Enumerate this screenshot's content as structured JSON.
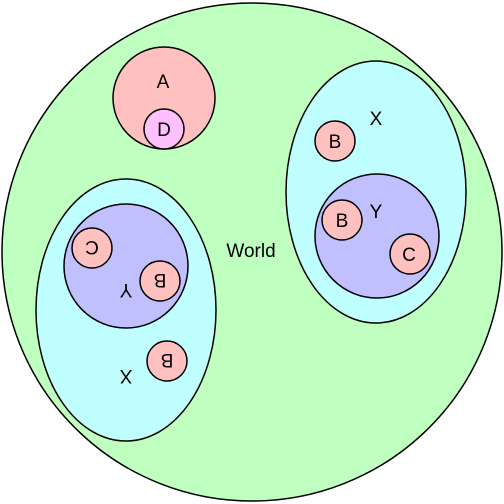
{
  "world": {
    "label": "World",
    "fill": "#bfffbf"
  },
  "set_a": {
    "label": "A",
    "fill": "#ffc0c0",
    "inner": {
      "label": "D",
      "fill": "#ffc0ff"
    }
  },
  "set_x_right": {
    "label": "X",
    "fill": "#c0ffff",
    "element_b": {
      "label": "B",
      "fill": "#ffc0c0"
    },
    "set_y": {
      "label": "Y",
      "fill": "#c0c0ff",
      "element_b": {
        "label": "B",
        "fill": "#ffc0c0"
      },
      "element_c": {
        "label": "C",
        "fill": "#ffc0c0"
      }
    }
  },
  "set_x_left_rotated": {
    "label": "X",
    "fill": "#c0ffff",
    "element_b": {
      "label": "B",
      "fill": "#ffc0c0"
    },
    "set_y": {
      "label": "Y",
      "fill": "#c0c0ff",
      "element_b": {
        "label": "B",
        "fill": "#ffc0c0"
      },
      "element_c": {
        "label": "C",
        "fill": "#ffc0c0"
      }
    }
  },
  "stroke_color": "#000000"
}
